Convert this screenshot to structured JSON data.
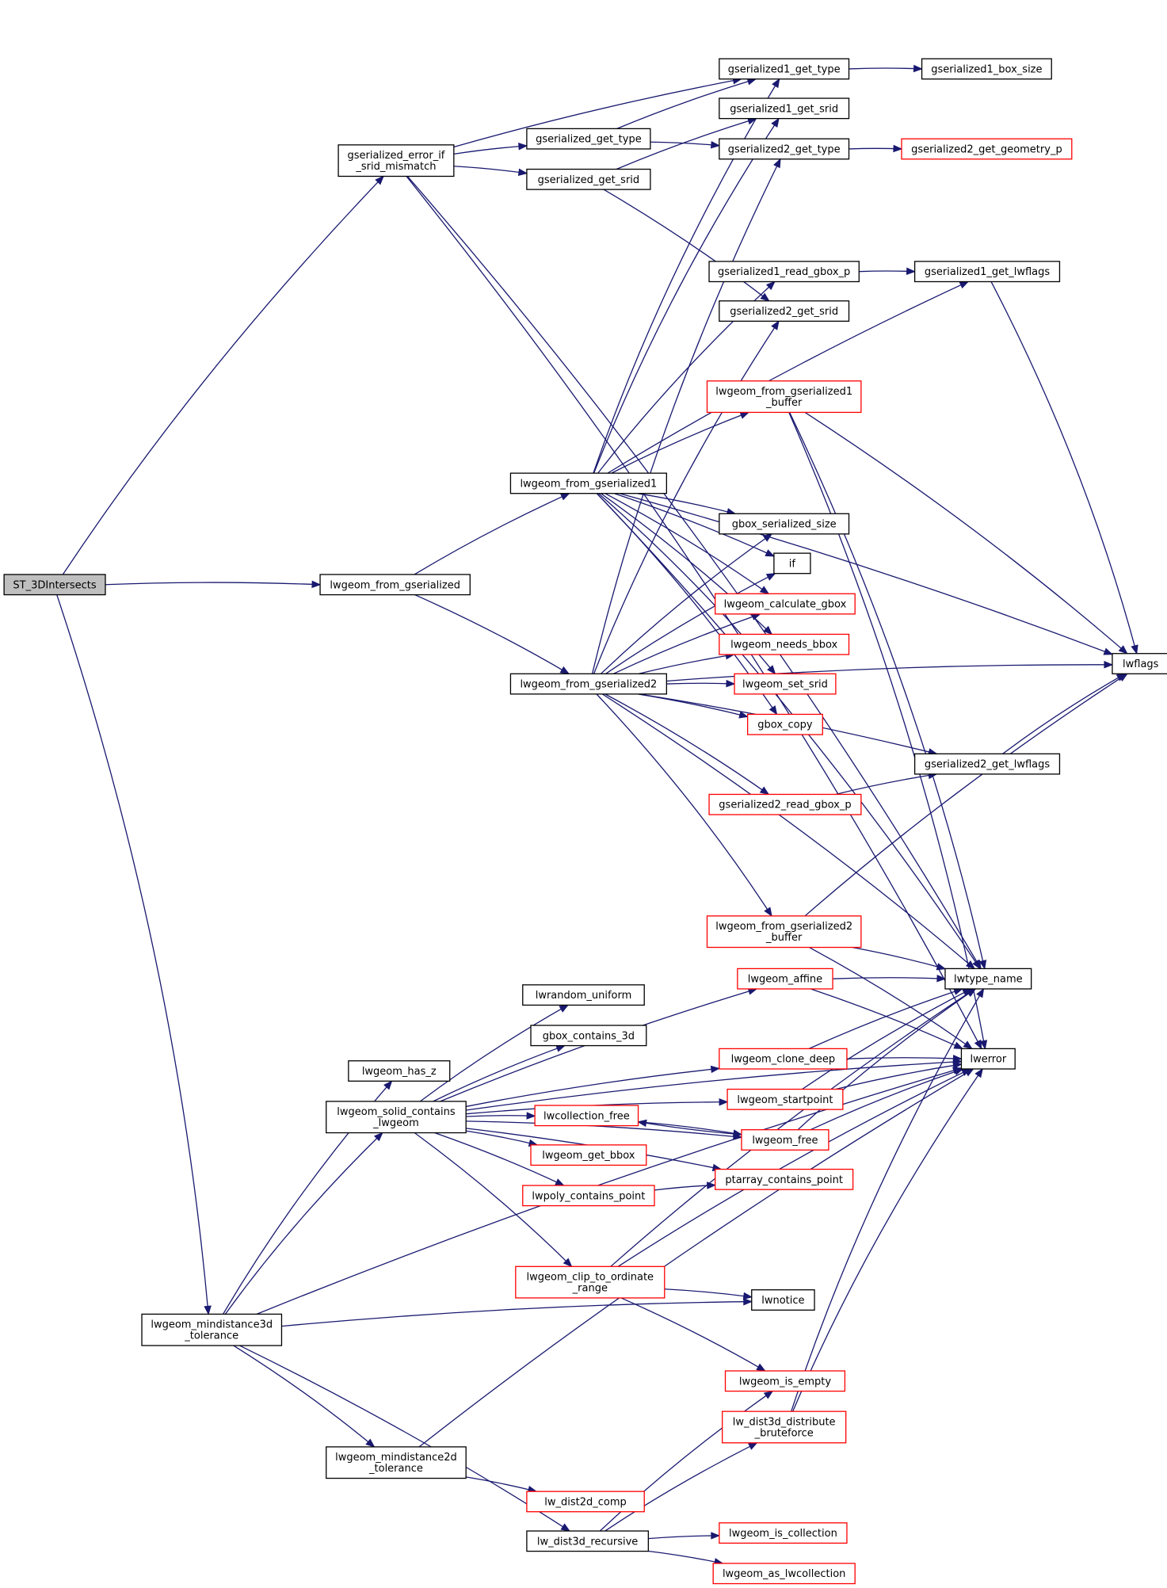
{
  "colors": {
    "edge": "#191970",
    "node_border": "#000000",
    "node_border_linked": "#ff0000",
    "root_fill": "#bfbfbf",
    "node_fill": "#ffffff"
  },
  "nodes": [
    {
      "id": "st3d",
      "lines": [
        "ST_3DIntersects"
      ],
      "style": "root"
    },
    {
      "id": "errsrid",
      "lines": [
        "gserialized_error_if",
        "_srid_mismatch"
      ],
      "style": "black"
    },
    {
      "id": "lwg_from_gs",
      "lines": [
        "lwgeom_from_gserialized"
      ],
      "style": "black"
    },
    {
      "id": "lwg_from_gs1",
      "lines": [
        "lwgeom_from_gserialized1"
      ],
      "style": "black"
    },
    {
      "id": "lwg_from_gs2",
      "lines": [
        "lwgeom_from_gserialized2"
      ],
      "style": "black"
    },
    {
      "id": "gs_get_type",
      "lines": [
        "gserialized_get_type"
      ],
      "style": "black"
    },
    {
      "id": "gs_get_srid",
      "lines": [
        "gserialized_get_srid"
      ],
      "style": "black"
    },
    {
      "id": "gs1_get_type",
      "lines": [
        "gserialized1_get_type"
      ],
      "style": "black"
    },
    {
      "id": "gs1_get_srid",
      "lines": [
        "gserialized1_get_srid"
      ],
      "style": "black"
    },
    {
      "id": "gs2_get_type",
      "lines": [
        "gserialized2_get_type"
      ],
      "style": "black"
    },
    {
      "id": "gs1_box_size",
      "lines": [
        "gserialized1_box_size"
      ],
      "style": "black"
    },
    {
      "id": "gs2_geom_p",
      "lines": [
        "gserialized2_get_geometry_p"
      ],
      "style": "red"
    },
    {
      "id": "gs1_read_gbox",
      "lines": [
        "gserialized1_read_gbox_p"
      ],
      "style": "black"
    },
    {
      "id": "gs1_lwflags",
      "lines": [
        "gserialized1_get_lwflags"
      ],
      "style": "black"
    },
    {
      "id": "gs2_get_srid",
      "lines": [
        "gserialized2_get_srid"
      ],
      "style": "black"
    },
    {
      "id": "lwg_from_gs1_buf",
      "lines": [
        "lwgeom_from_gserialized1",
        "_buffer"
      ],
      "style": "red"
    },
    {
      "id": "gbox_ser_size",
      "lines": [
        "gbox_serialized_size"
      ],
      "style": "black"
    },
    {
      "id": "if",
      "lines": [
        "if"
      ],
      "style": "black"
    },
    {
      "id": "lwg_calc_gbox",
      "lines": [
        "lwgeom_calculate_gbox"
      ],
      "style": "red"
    },
    {
      "id": "lwg_needs_bbox",
      "lines": [
        "lwgeom_needs_bbox"
      ],
      "style": "red"
    },
    {
      "id": "lwg_set_srid",
      "lines": [
        "lwgeom_set_srid"
      ],
      "style": "red"
    },
    {
      "id": "gbox_copy",
      "lines": [
        "gbox_copy"
      ],
      "style": "red"
    },
    {
      "id": "lwflags",
      "lines": [
        "lwflags"
      ],
      "style": "black"
    },
    {
      "id": "gs2_lwflags",
      "lines": [
        "gserialized2_get_lwflags"
      ],
      "style": "black"
    },
    {
      "id": "gs2_read_gbox",
      "lines": [
        "gserialized2_read_gbox_p"
      ],
      "style": "red"
    },
    {
      "id": "lwg_from_gs2_buf",
      "lines": [
        "lwgeom_from_gserialized2",
        "_buffer"
      ],
      "style": "red"
    },
    {
      "id": "lwtype_name",
      "lines": [
        "lwtype_name"
      ],
      "style": "black"
    },
    {
      "id": "lwg_affine",
      "lines": [
        "lwgeom_affine"
      ],
      "style": "red"
    },
    {
      "id": "lwrandom",
      "lines": [
        "lwrandom_uniform"
      ],
      "style": "black"
    },
    {
      "id": "gbox_contains3d",
      "lines": [
        "gbox_contains_3d"
      ],
      "style": "black"
    },
    {
      "id": "lwerror",
      "lines": [
        "lwerror"
      ],
      "style": "black"
    },
    {
      "id": "lwg_clone_deep",
      "lines": [
        "lwgeom_clone_deep"
      ],
      "style": "red"
    },
    {
      "id": "lwg_has_z",
      "lines": [
        "lwgeom_has_z"
      ],
      "style": "black"
    },
    {
      "id": "lwg_startpoint",
      "lines": [
        "lwgeom_startpoint"
      ],
      "style": "red"
    },
    {
      "id": "lwg_solid",
      "lines": [
        "lwgeom_solid_contains",
        "_lwgeom"
      ],
      "style": "black"
    },
    {
      "id": "lwcoll_free",
      "lines": [
        "lwcollection_free"
      ],
      "style": "red"
    },
    {
      "id": "lwg_free",
      "lines": [
        "lwgeom_free"
      ],
      "style": "red"
    },
    {
      "id": "lwg_get_bbox",
      "lines": [
        "lwgeom_get_bbox"
      ],
      "style": "red"
    },
    {
      "id": "ptarray_cp",
      "lines": [
        "ptarray_contains_point"
      ],
      "style": "red"
    },
    {
      "id": "lwpoly_cp",
      "lines": [
        "lwpoly_contains_point"
      ],
      "style": "red"
    },
    {
      "id": "lwg_clip",
      "lines": [
        "lwgeom_clip_to_ordinate",
        "_range"
      ],
      "style": "red"
    },
    {
      "id": "lwnotice",
      "lines": [
        "lwnotice"
      ],
      "style": "black"
    },
    {
      "id": "lwg_mind3d",
      "lines": [
        "lwgeom_mindistance3d",
        "_tolerance"
      ],
      "style": "black"
    },
    {
      "id": "lwg_is_empty",
      "lines": [
        "lwgeom_is_empty"
      ],
      "style": "red"
    },
    {
      "id": "lw_dist3d_bf",
      "lines": [
        "lw_dist3d_distribute",
        "_bruteforce"
      ],
      "style": "red"
    },
    {
      "id": "lwg_mind2d",
      "lines": [
        "lwgeom_mindistance2d",
        "_tolerance"
      ],
      "style": "black"
    },
    {
      "id": "lw_dist2d_comp",
      "lines": [
        "lw_dist2d_comp"
      ],
      "style": "red"
    },
    {
      "id": "lw_dist3d_rec",
      "lines": [
        "lw_dist3d_recursive"
      ],
      "style": "black"
    },
    {
      "id": "lwg_is_coll",
      "lines": [
        "lwgeom_is_collection"
      ],
      "style": "red"
    },
    {
      "id": "lwg_as_lwcoll",
      "lines": [
        "lwgeom_as_lwcollection"
      ],
      "style": "red"
    }
  ],
  "edges": [
    [
      "st3d",
      "errsrid"
    ],
    [
      "st3d",
      "lwg_from_gs"
    ],
    [
      "st3d",
      "lwg_mind3d"
    ],
    [
      "errsrid",
      "gs1_get_type"
    ],
    [
      "errsrid",
      "gs_get_type"
    ],
    [
      "errsrid",
      "gs_get_srid"
    ],
    [
      "errsrid",
      "lwtype_name"
    ],
    [
      "errsrid",
      "lwerror"
    ],
    [
      "gs_get_type",
      "gs1_get_type"
    ],
    [
      "gs_get_type",
      "gs2_get_type"
    ],
    [
      "gs_get_srid",
      "gs1_get_srid"
    ],
    [
      "gs_get_srid",
      "gs2_get_srid"
    ],
    [
      "gs1_get_type",
      "gs1_box_size"
    ],
    [
      "gs2_get_type",
      "gs2_geom_p"
    ],
    [
      "gs1_read_gbox",
      "gs1_lwflags"
    ],
    [
      "gs1_lwflags",
      "lwflags"
    ],
    [
      "lwg_from_gs",
      "lwg_from_gs1"
    ],
    [
      "lwg_from_gs",
      "lwg_from_gs2"
    ],
    [
      "lwg_from_gs1",
      "gs1_get_type"
    ],
    [
      "lwg_from_gs1",
      "gs1_get_srid"
    ],
    [
      "lwg_from_gs1",
      "gs1_read_gbox"
    ],
    [
      "lwg_from_gs1",
      "gs1_lwflags"
    ],
    [
      "lwg_from_gs1",
      "lwflags"
    ],
    [
      "lwg_from_gs1",
      "lwg_from_gs1_buf"
    ],
    [
      "lwg_from_gs1",
      "gbox_ser_size"
    ],
    [
      "lwg_from_gs1",
      "if"
    ],
    [
      "lwg_from_gs1",
      "lwg_calc_gbox"
    ],
    [
      "lwg_from_gs1",
      "lwg_needs_bbox"
    ],
    [
      "lwg_from_gs1",
      "lwg_set_srid"
    ],
    [
      "lwg_from_gs1",
      "gbox_copy"
    ],
    [
      "lwg_from_gs1",
      "lwtype_name"
    ],
    [
      "lwg_from_gs1_buf",
      "lwflags"
    ],
    [
      "lwg_from_gs1_buf",
      "lwtype_name"
    ],
    [
      "lwg_from_gs1_buf",
      "lwerror"
    ],
    [
      "lwg_from_gs2",
      "gs2_get_type"
    ],
    [
      "lwg_from_gs2",
      "gs2_get_srid"
    ],
    [
      "lwg_from_gs2",
      "gbox_ser_size"
    ],
    [
      "lwg_from_gs2",
      "if"
    ],
    [
      "lwg_from_gs2",
      "lwg_calc_gbox"
    ],
    [
      "lwg_from_gs2",
      "lwg_needs_bbox"
    ],
    [
      "lwg_from_gs2",
      "lwg_set_srid"
    ],
    [
      "lwg_from_gs2",
      "gbox_copy"
    ],
    [
      "lwg_from_gs2",
      "gs2_lwflags"
    ],
    [
      "lwg_from_gs2",
      "gs2_read_gbox"
    ],
    [
      "lwg_from_gs2",
      "lwflags"
    ],
    [
      "lwg_from_gs2",
      "lwg_from_gs2_buf"
    ],
    [
      "lwg_from_gs2",
      "lwtype_name"
    ],
    [
      "gs2_read_gbox",
      "gs2_lwflags"
    ],
    [
      "gs2_lwflags",
      "lwflags"
    ],
    [
      "lwg_from_gs2_buf",
      "lwflags"
    ],
    [
      "lwg_from_gs2_buf",
      "lwtype_name"
    ],
    [
      "lwg_from_gs2_buf",
      "lwerror"
    ],
    [
      "lwg_affine",
      "lwtype_name"
    ],
    [
      "lwg_affine",
      "lwerror"
    ],
    [
      "lwg_clone_deep",
      "lwtype_name"
    ],
    [
      "lwg_clone_deep",
      "lwerror"
    ],
    [
      "lwg_startpoint",
      "lwtype_name"
    ],
    [
      "lwg_startpoint",
      "lwerror"
    ],
    [
      "lwg_free",
      "lwcoll_free"
    ],
    [
      "lwcoll_free",
      "lwg_free"
    ],
    [
      "lwg_free",
      "lwtype_name"
    ],
    [
      "lwg_free",
      "lwerror"
    ],
    [
      "lwg_solid",
      "lwg_affine"
    ],
    [
      "lwg_solid",
      "lwrandom"
    ],
    [
      "lwg_solid",
      "gbox_contains3d"
    ],
    [
      "lwg_solid",
      "lwerror"
    ],
    [
      "lwg_solid",
      "lwg_clone_deep"
    ],
    [
      "lwg_solid",
      "lwg_startpoint"
    ],
    [
      "lwg_solid",
      "lwg_free"
    ],
    [
      "lwg_solid",
      "lwcoll_free"
    ],
    [
      "lwg_solid",
      "lwg_get_bbox"
    ],
    [
      "lwg_solid",
      "lwpoly_cp"
    ],
    [
      "lwg_solid",
      "ptarray_cp"
    ],
    [
      "lwg_solid",
      "lwg_clip"
    ],
    [
      "lwpoly_cp",
      "ptarray_cp"
    ],
    [
      "lwg_clip",
      "lwtype_name"
    ],
    [
      "lwg_clip",
      "lwerror"
    ],
    [
      "lwg_clip",
      "lwnotice"
    ],
    [
      "lwg_clip",
      "lwg_is_empty"
    ],
    [
      "lwg_mind3d",
      "lwg_has_z"
    ],
    [
      "lwg_mind3d",
      "lwg_solid"
    ],
    [
      "lwg_mind3d",
      "lwnotice"
    ],
    [
      "lwg_mind3d",
      "lwerror"
    ],
    [
      "lwg_mind3d",
      "lwg_mind2d"
    ],
    [
      "lwg_mind3d",
      "lw_dist3d_rec"
    ],
    [
      "lwg_mind2d",
      "lwerror"
    ],
    [
      "lwg_mind2d",
      "lw_dist2d_comp"
    ],
    [
      "lw_dist3d_bf",
      "lwtype_name"
    ],
    [
      "lw_dist3d_bf",
      "lwerror"
    ],
    [
      "lw_dist3d_rec",
      "lwg_is_empty"
    ],
    [
      "lw_dist3d_rec",
      "lw_dist3d_bf"
    ],
    [
      "lw_dist3d_rec",
      "lwg_is_coll"
    ],
    [
      "lw_dist3d_rec",
      "lwg_as_lwcoll"
    ]
  ]
}
